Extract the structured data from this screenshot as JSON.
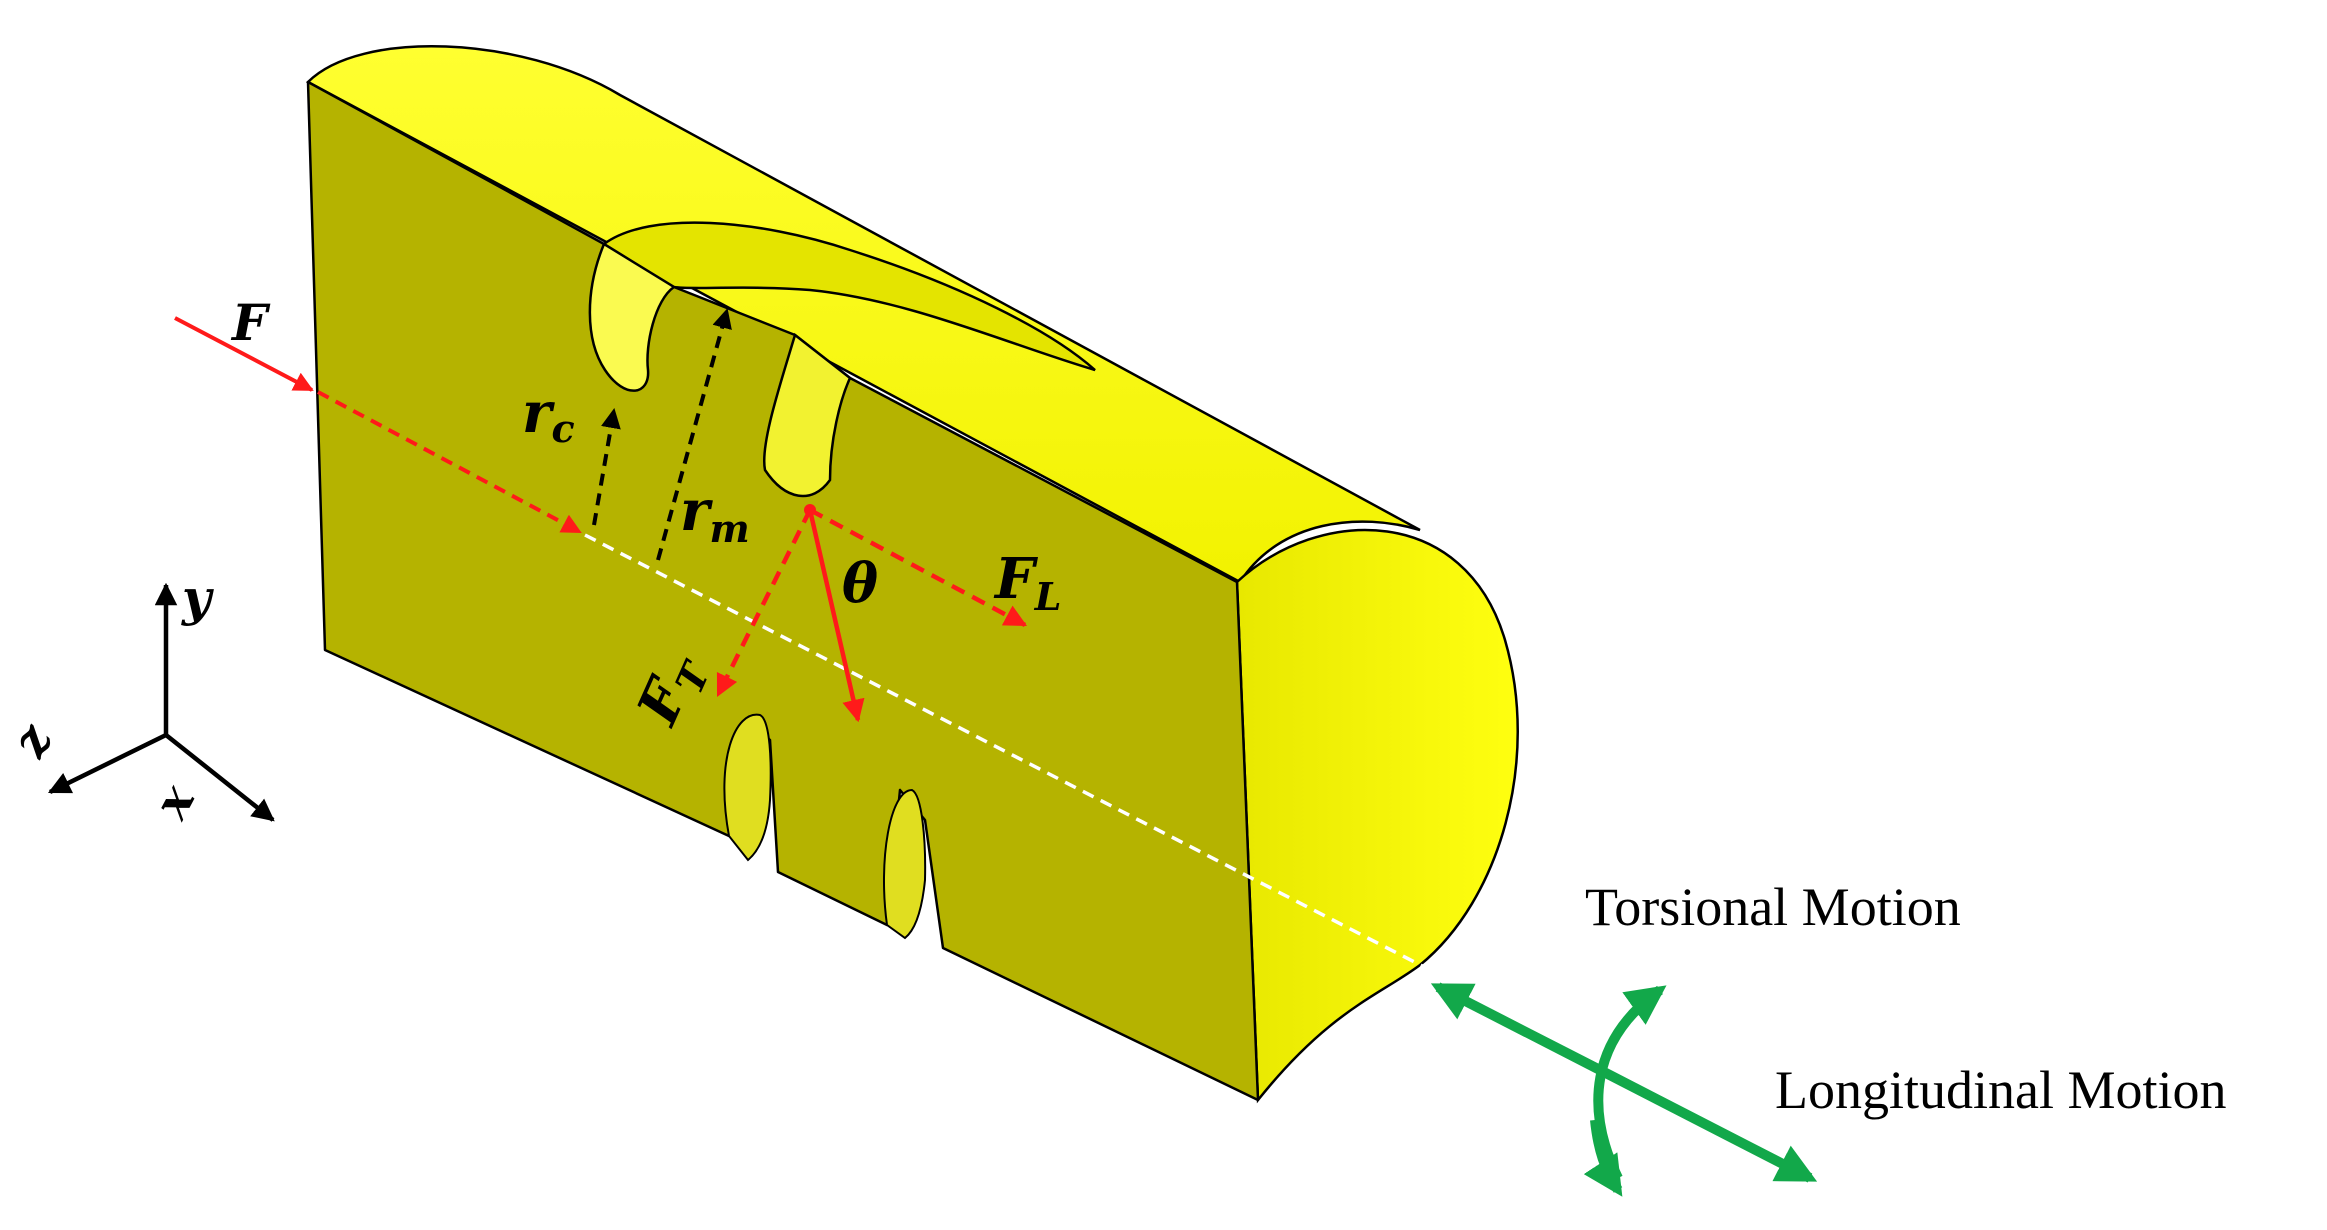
{
  "labels": {
    "force": "F",
    "r_c_main": "r",
    "r_c_sub": "c",
    "r_m_main": "r",
    "r_m_sub": "m",
    "theta": "θ",
    "F_L_main": "F",
    "F_L_sub": "L",
    "F_T_main": "F",
    "F_T_sub": "T",
    "axis_y": "y",
    "axis_z": "z",
    "axis_x": "x",
    "torsional": "Torsional Motion",
    "longitudinal": "Longitudinal Motion"
  },
  "colors": {
    "body_front": "#b5b300",
    "body_top": "#fdfd00",
    "body_side": "#f4f400",
    "slot_inner": "#c9c700",
    "force": "#ff1a1a",
    "motion": "#12a84a",
    "axis": "#000000",
    "guide": "#ffffff"
  }
}
